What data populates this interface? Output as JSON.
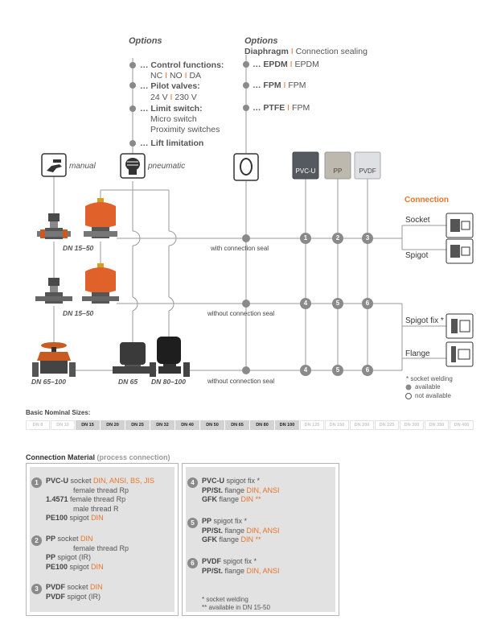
{
  "options_left": {
    "title": "Options",
    "items": [
      {
        "label": "… Control functions:",
        "subs": [
          [
            "NC",
            " I ",
            "NO",
            " I ",
            "DA"
          ]
        ]
      },
      {
        "label": "… Pilot valves:",
        "subs": [
          [
            "24 V",
            " I ",
            "230 V"
          ]
        ]
      },
      {
        "label": "… Limit switch:",
        "subs": [
          [
            "Micro switch"
          ],
          [
            "Proximity switches"
          ]
        ]
      },
      {
        "label": "… Lift limitation",
        "subs": []
      }
    ]
  },
  "options_right": {
    "title": "Options",
    "header_bold": "Diaphragm",
    "header_sep": " I ",
    "header_text": "Connection sealing",
    "items": [
      {
        "label": "… EPDM",
        "sep": " I ",
        "value": "EPDM"
      },
      {
        "label": "… FPM",
        "sep": " I ",
        "value": "FPM"
      },
      {
        "label": "… PTFE",
        "sep": " I ",
        "value": "FPM"
      }
    ]
  },
  "actuation": {
    "manual": "manual",
    "pneumatic": "pneumatic"
  },
  "materials_top": [
    "PVC-U",
    "PP",
    "PVDF"
  ],
  "rows": [
    {
      "dn": "DN 15–50",
      "seal": "with connection seal",
      "nums": [
        "1",
        "2",
        "3"
      ]
    },
    {
      "dn": "DN 15–50",
      "seal": "without connection seal",
      "nums": [
        "4",
        "5",
        "6"
      ]
    },
    {
      "dn_left": "DN 65–100",
      "dn_mid": "DN 65",
      "dn_right": "DN 80–100",
      "seal": "without connection seal",
      "nums": [
        "4",
        "5",
        "6"
      ]
    }
  ],
  "connection": {
    "title": "Connection",
    "items": [
      "Socket",
      "Spigot",
      "Spigot fix *",
      "Flange"
    ]
  },
  "legend": {
    "note": "* socket welding",
    "available": "available",
    "not_available": "not available"
  },
  "sizes": {
    "title": "Basic Nominal Sizes:",
    "items": [
      {
        "label": "DN 8",
        "on": false
      },
      {
        "label": "DN 10",
        "on": false
      },
      {
        "label": "DN 15",
        "on": true
      },
      {
        "label": "DN 20",
        "on": true
      },
      {
        "label": "DN 25",
        "on": true
      },
      {
        "label": "DN 32",
        "on": true
      },
      {
        "label": "DN 40",
        "on": true
      },
      {
        "label": "DN 50",
        "on": true
      },
      {
        "label": "DN 65",
        "on": true
      },
      {
        "label": "DN 80",
        "on": true
      },
      {
        "label": "DN 100",
        "on": true
      },
      {
        "label": "DN 125",
        "on": false
      },
      {
        "label": "DN 150",
        "on": false
      },
      {
        "label": "DN 200",
        "on": false
      },
      {
        "label": "DN 225",
        "on": false
      },
      {
        "label": "DN 300",
        "on": false
      },
      {
        "label": "DN 350",
        "on": false
      },
      {
        "label": "DN 400",
        "on": false
      }
    ]
  },
  "connection_material": {
    "title": "Connection Material",
    "subtitle": "(process connection)",
    "left": [
      {
        "num": "1",
        "lines": [
          [
            [
              "b",
              "PVC-U"
            ],
            [
              "n",
              " socket "
            ],
            [
              "o",
              "DIN, ANSI, BS, JIS"
            ]
          ],
          [
            [
              "n",
              "female thread Rp"
            ]
          ],
          [
            [
              "b",
              "1.4571"
            ],
            [
              "n",
              " female thread Rp"
            ]
          ],
          [
            [
              "n",
              "male thread R"
            ]
          ],
          [
            [
              "b",
              "PE100"
            ],
            [
              "n",
              " spigot "
            ],
            [
              "o",
              "DIN"
            ]
          ]
        ]
      },
      {
        "num": "2",
        "lines": [
          [
            [
              "b",
              "PP"
            ],
            [
              "n",
              " socket "
            ],
            [
              "o",
              "DIN"
            ]
          ],
          [
            [
              "n",
              "female thread Rp"
            ]
          ],
          [
            [
              "b",
              "PP"
            ],
            [
              "n",
              " spigot (IR)"
            ]
          ],
          [
            [
              "b",
              "PE100"
            ],
            [
              "n",
              " spigot "
            ],
            [
              "o",
              "DIN"
            ]
          ]
        ]
      },
      {
        "num": "3",
        "lines": [
          [
            [
              "b",
              "PVDF"
            ],
            [
              "n",
              " socket "
            ],
            [
              "o",
              "DIN"
            ]
          ],
          [
            [
              "b",
              "PVDF"
            ],
            [
              "n",
              " spigot (IR)"
            ]
          ]
        ]
      }
    ],
    "right": [
      {
        "num": "4",
        "lines": [
          [
            [
              "b",
              "PVC-U"
            ],
            [
              "n",
              " spigot fix *"
            ]
          ],
          [
            [
              "b",
              "PP/St."
            ],
            [
              "n",
              " flange "
            ],
            [
              "o",
              "DIN, ANSI"
            ]
          ],
          [
            [
              "b",
              "GFK"
            ],
            [
              "n",
              " flange "
            ],
            [
              "o",
              "DIN **"
            ]
          ]
        ]
      },
      {
        "num": "5",
        "lines": [
          [
            [
              "b",
              "PP"
            ],
            [
              "n",
              " spigot fix *"
            ]
          ],
          [
            [
              "b",
              "PP/St."
            ],
            [
              "n",
              " flange "
            ],
            [
              "o",
              "DIN, ANSI"
            ]
          ],
          [
            [
              "b",
              "GFK"
            ],
            [
              "n",
              " flange "
            ],
            [
              "o",
              "DIN **"
            ]
          ]
        ]
      },
      {
        "num": "6",
        "lines": [
          [
            [
              "b",
              "PVDF"
            ],
            [
              "n",
              " spigot fix *"
            ]
          ],
          [
            [
              "b",
              "PP/St."
            ],
            [
              "n",
              " flange "
            ],
            [
              "o",
              "DIN, ANSI"
            ]
          ]
        ]
      }
    ],
    "notes": [
      "* socket welding",
      "** available in DN 15-50"
    ]
  },
  "colors": {
    "accent": "#e8742a",
    "line": "#9a9a9a",
    "dot": "#8a8a8a",
    "pvcu": "#555a60",
    "pp": "#bdb9ae",
    "pvdf": "#dfe0e4"
  }
}
